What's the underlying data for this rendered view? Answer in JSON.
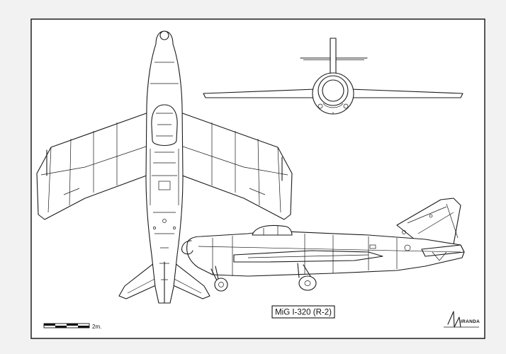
{
  "title": {
    "label": "MiG I-320 (R-2)"
  },
  "scale": {
    "label": "2m."
  },
  "signature": {
    "text": "IRANDA"
  },
  "colors": {
    "paper": "#f2f2f2",
    "sheet": "#ffffff",
    "ink": "#1a1a1a"
  }
}
